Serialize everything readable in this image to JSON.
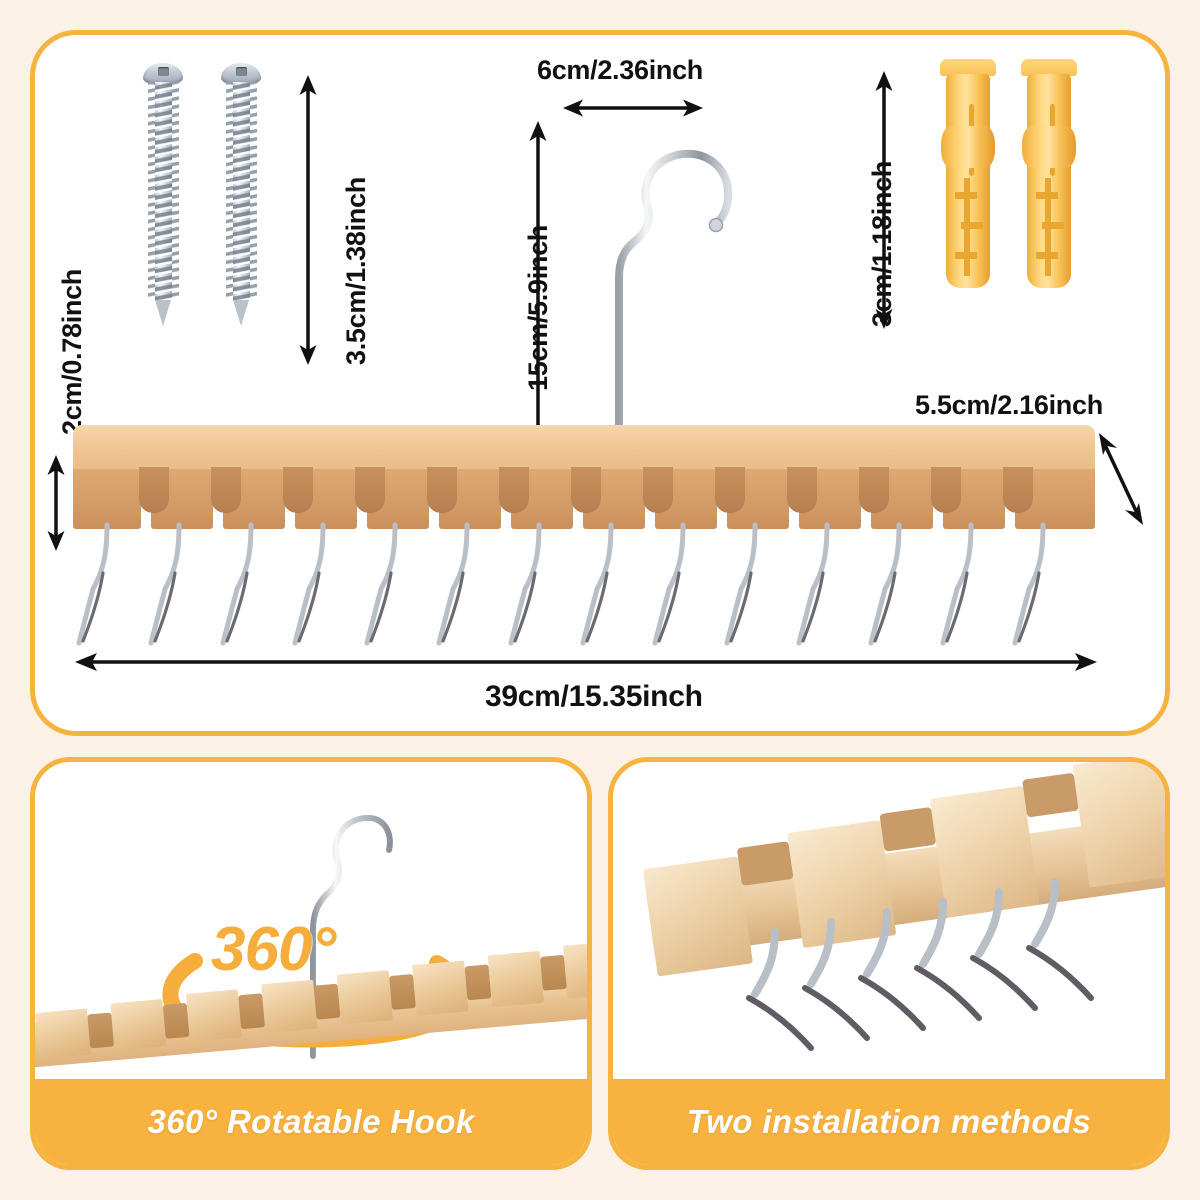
{
  "theme": {
    "page_bg": "#fbf1e7",
    "panel_border": "#f5b33f",
    "panel_bg": "#ffffff",
    "caption_bg": "#f7b23f",
    "caption_text_color": "#ffffff",
    "accent_orange": "#f5ad3c",
    "wood_light": "#f3dcb6",
    "wood_mid": "#e9bc88",
    "wood_dark": "#c98f5c",
    "metal_light": "#e9edf2",
    "metal_dark": "#8f98a4",
    "anchor_yellow": "#f8c357",
    "dim_text_color": "#111111"
  },
  "main_panel": {
    "name": "product-dimensions-panel",
    "dimensions": {
      "screw_length": "3.5cm/1.38inch",
      "hook_width": "6cm/2.36inch",
      "hook_height": "15cm/5.9inch",
      "anchor_length": "3cm/1.18inch",
      "rack_depth": "5.5cm/2.16inch",
      "rack_thickness": "2cm/0.78inch",
      "rack_width": "39cm/15.35inch"
    },
    "parts": {
      "screws": {
        "label": "screw",
        "count": 2
      },
      "hook": {
        "label": "rotatable-hook",
        "count": 1
      },
      "anchors": {
        "label": "wall-anchor",
        "count": 2
      },
      "rack": {
        "label": "wooden-hanger-rack",
        "hook_count": 14,
        "notch_count": 13
      }
    }
  },
  "bottom_panels": [
    {
      "name": "rotatable-hook-panel",
      "caption": "360° Rotatable Hook",
      "badge": "360°"
    },
    {
      "name": "installation-methods-panel",
      "caption": "Two installation methods",
      "badge": ""
    }
  ]
}
